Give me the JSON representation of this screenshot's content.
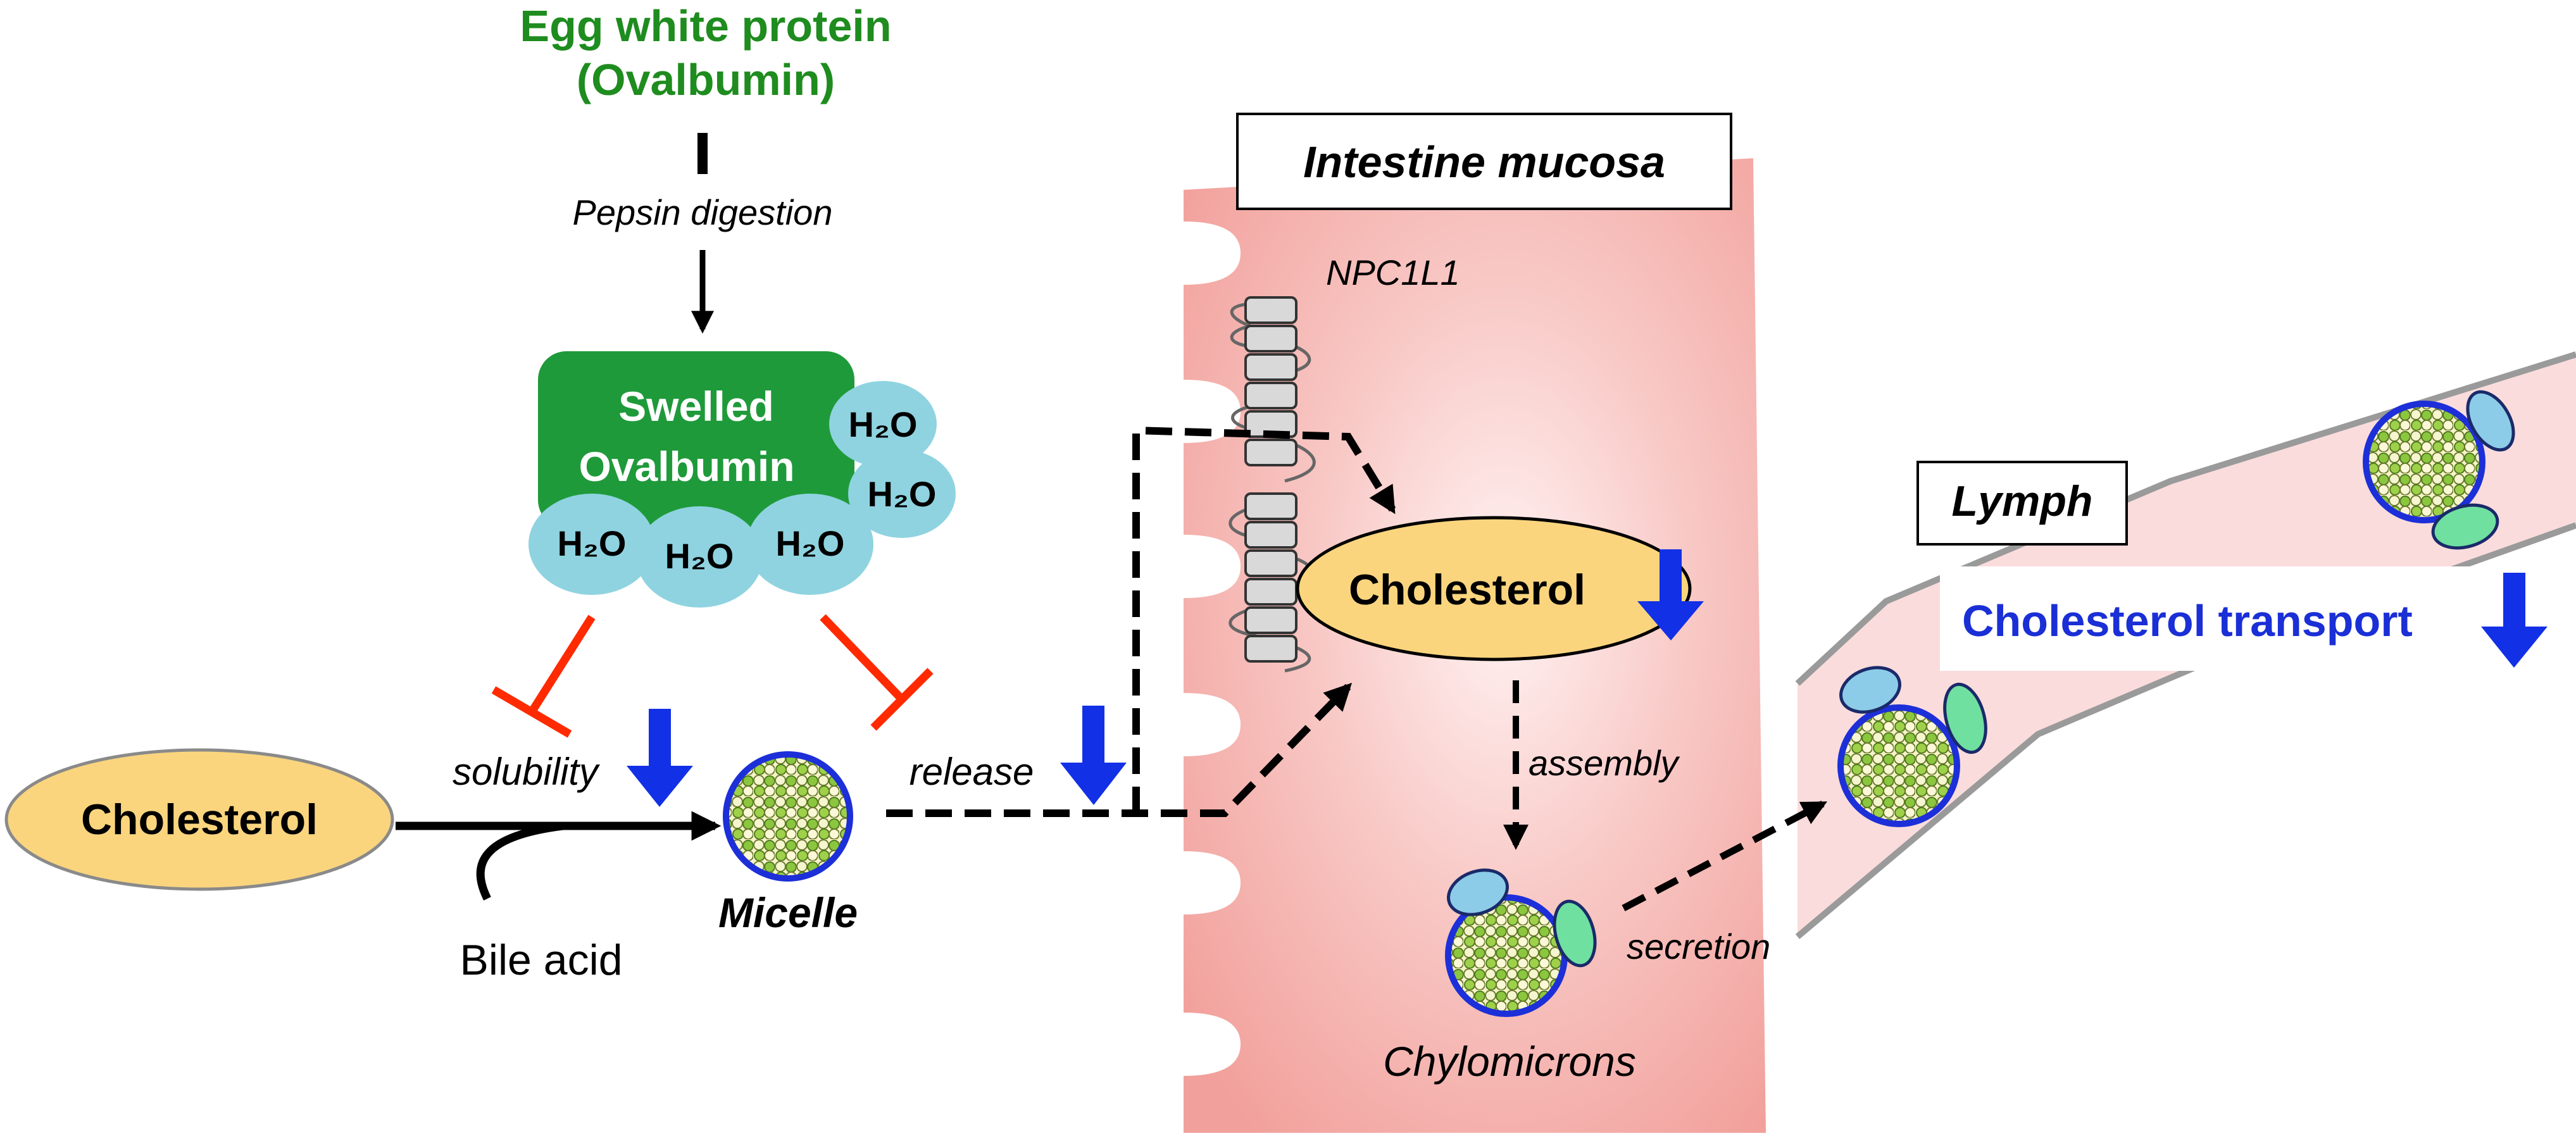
{
  "source": {
    "line1": "Egg white protein",
    "line2": "(Ovalbumin)"
  },
  "pepsin_label": "Pepsin digestion",
  "swelled": {
    "line1": "Swelled",
    "line2": "Ovalbumin"
  },
  "water_label": "H₂O",
  "cholesterol_left": "Cholesterol",
  "bile_acid": "Bile acid",
  "solubility_label": "solubility",
  "micelle_label": "Micelle",
  "release_label": "release",
  "intestine_title": "Intestine mucosa",
  "npc_label": "NPC1L1",
  "cholesterol_cell": "Cholesterol",
  "assembly_label": "assembly",
  "chylomicrons_label": "Chylomicrons",
  "secretion_label": "secretion",
  "lymph_title": "Lymph",
  "transport_label": "Cholesterol transport",
  "colors": {
    "green_text": "#1e8c1e",
    "swelled_box": "#1f9a3a",
    "water": "#8fd3e0",
    "cholesterol_fill": "#fad57e",
    "inhibit": "#ff2a00",
    "down_arrow": "#1230e6",
    "mucosa": "#f2a5a0",
    "lymph": "#fadada",
    "transport_text": "#1a2fd6"
  }
}
